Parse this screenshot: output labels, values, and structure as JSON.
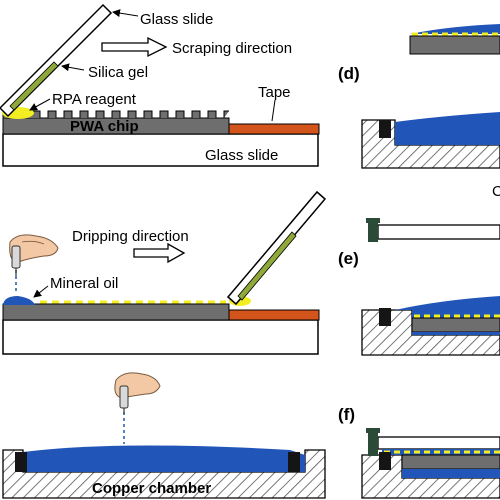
{
  "labels": {
    "glass_slide_top": "Glass slide",
    "scraping_direction": "Scraping direction",
    "silica_gel": "Silica gel",
    "rpa_reagent": "RPA reagent",
    "tape": "Tape",
    "pwa_chip": "PWA  chip",
    "glass_slide_base": "Glass slide",
    "dripping_direction": "Dripping direction",
    "mineral_oil": "Mineral oil",
    "copper_chamber": "Copper chamber",
    "cut_letter": "C"
  },
  "panels": {
    "d": "(d)",
    "e": "(e)",
    "f": "(f)"
  },
  "colors": {
    "chip_gray": "#6e6e6e",
    "oil_blue": "#2255b8",
    "tape_orange": "#d3551c",
    "reagent_yellow": "#f3ee22",
    "gel_green": "#8ea83a",
    "clip_black": "#151515",
    "screw_green": "#2b4a38"
  }
}
